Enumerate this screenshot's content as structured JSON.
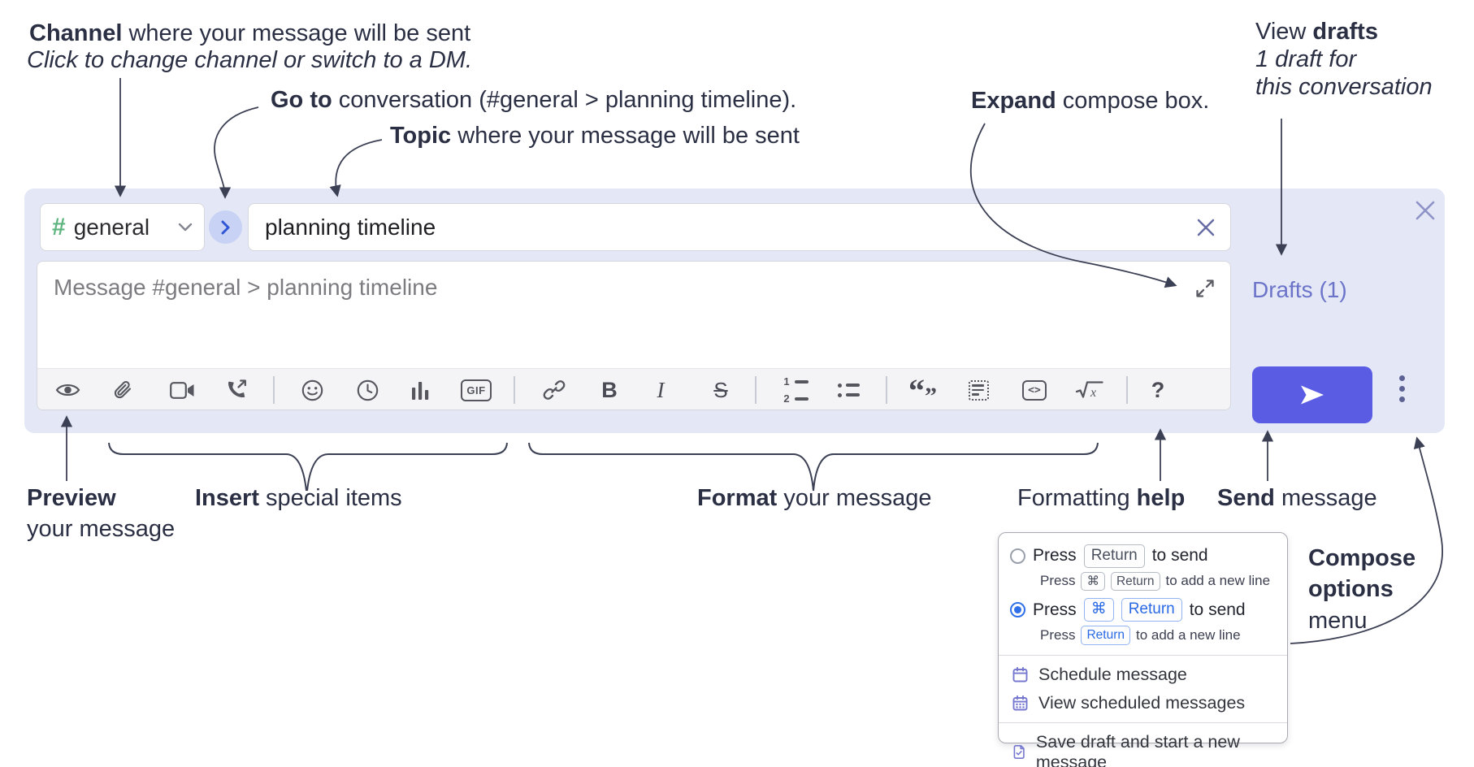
{
  "annotations": {
    "channel": {
      "bold": "Channel",
      "rest": " where your message will be sent",
      "sub": "Click to change channel or switch to a DM."
    },
    "goto": {
      "bold": "Go to",
      "rest": " conversation (#general > planning timeline)."
    },
    "topic": {
      "bold": "Topic",
      "rest": " where your message will be sent"
    },
    "expand": {
      "bold": "Expand",
      "rest": " compose box."
    },
    "view_drafts": {
      "pre": "View ",
      "bold": "drafts",
      "line2": "1 draft for",
      "line3": "this conversation"
    },
    "preview": {
      "bold": "Preview",
      "line2": "your message"
    },
    "insert": {
      "bold": "Insert",
      "rest": " special items"
    },
    "format": {
      "bold": "Format",
      "rest": " your message"
    },
    "help": {
      "pre": "Formatting ",
      "bold": "help"
    },
    "send": {
      "bold": "Send",
      "rest": " message"
    },
    "compose_options": {
      "line1": "Compose",
      "line2": "options",
      "line3": "menu"
    }
  },
  "compose": {
    "channel_selector": {
      "hash": "#",
      "name": "general"
    },
    "topic_input": {
      "value": "planning timeline"
    },
    "message_input": {
      "placeholder": "Message #general > planning timeline"
    },
    "drafts_link": "Drafts (1)",
    "toolbar_icons": [
      "preview-eye",
      "attach-file",
      "video-call",
      "voice-call",
      "add-emoji",
      "add-time",
      "add-poll",
      "add-gif",
      "link",
      "bold",
      "italic",
      "strikethrough",
      "numbered-list",
      "bulleted-list",
      "quote",
      "spoiler",
      "code",
      "math",
      "formatting-help"
    ],
    "gif_label": "GIF",
    "bold_label": "B",
    "italic_label": "I",
    "strike_label": "S",
    "code_label": "<>",
    "help_label": "?",
    "list_num1": "1",
    "list_num2": "2",
    "quote_open": "“",
    "quote_close": "”"
  },
  "popup": {
    "option1": {
      "press": "Press",
      "key1": "Return",
      "after": "to send"
    },
    "option1_sub": {
      "press": "Press",
      "key1": "⌘",
      "key2": "Return",
      "after": "to add a new line"
    },
    "option2": {
      "press": "Press",
      "key1": "⌘",
      "key2": "Return",
      "after": "to send"
    },
    "option2_sub": {
      "press": "Press",
      "key1": "Return",
      "after": "to add a new line"
    },
    "items": [
      {
        "label": "Schedule message"
      },
      {
        "label": "View scheduled messages"
      },
      {
        "label": "Save draft and start a new message"
      }
    ]
  },
  "colors": {
    "panel_bg": "#e4e7f5",
    "send_button": "#5a5ce4",
    "drafts_link": "#6b74c9",
    "hash_green": "#5fb57f",
    "goto_circle_bg": "#c8d2f5",
    "goto_chevron": "#3056d6",
    "radio_selected": "#2f6fe8",
    "keycap_blue": "#2a6ae4",
    "popup_icon_purple": "#7678cf",
    "annotation_text": "#2b2f44"
  }
}
